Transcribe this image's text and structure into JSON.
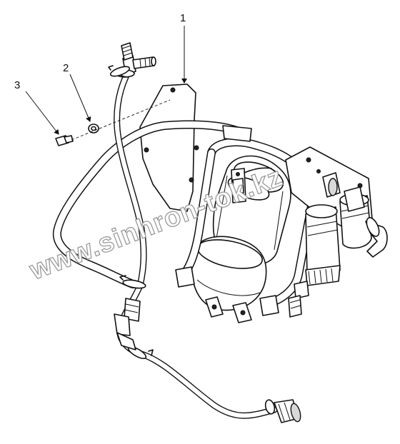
{
  "diagram": {
    "callouts": [
      {
        "label": "1"
      },
      {
        "label": "2"
      },
      {
        "label": "3"
      }
    ],
    "watermark": "www.sinhron-tok.kz"
  }
}
